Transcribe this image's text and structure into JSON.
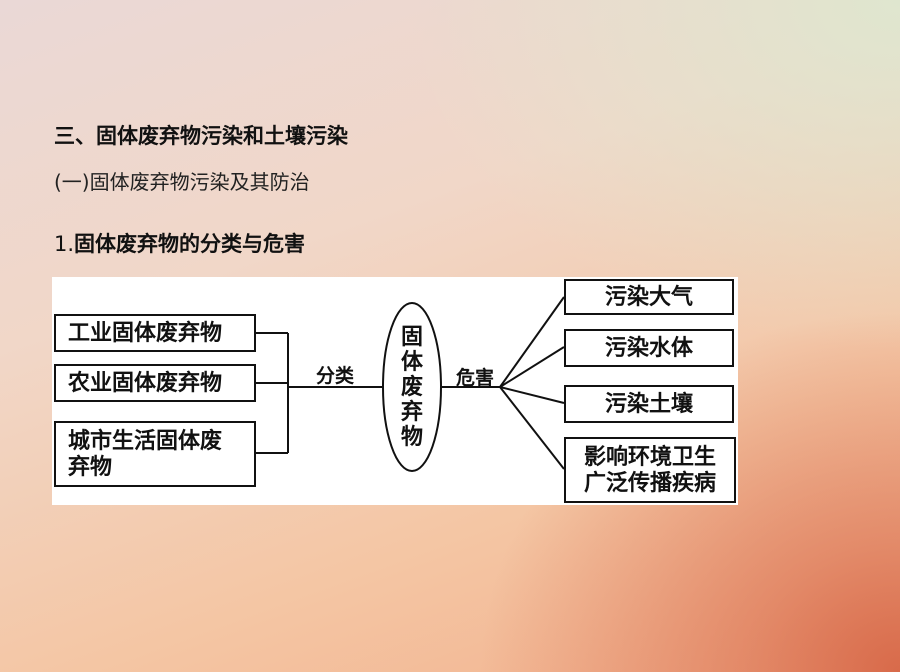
{
  "headings": {
    "section": "三、固体废弃物污染和土壤污染",
    "subsection": "(一)固体废弃物污染及其防治",
    "item_number": "1.",
    "item_title": "固体废弃物的分类与危害"
  },
  "diagram": {
    "center": "固体废弃物",
    "edge_left": "分类",
    "edge_right": "危害",
    "categories": [
      "工业固体废弃物",
      "农业固体废弃物",
      "城市生活固体废\n弃物"
    ],
    "hazards": [
      "污染大气",
      "污染水体",
      "污染土壤",
      "影响环境卫生\n广泛传播疾病"
    ]
  }
}
